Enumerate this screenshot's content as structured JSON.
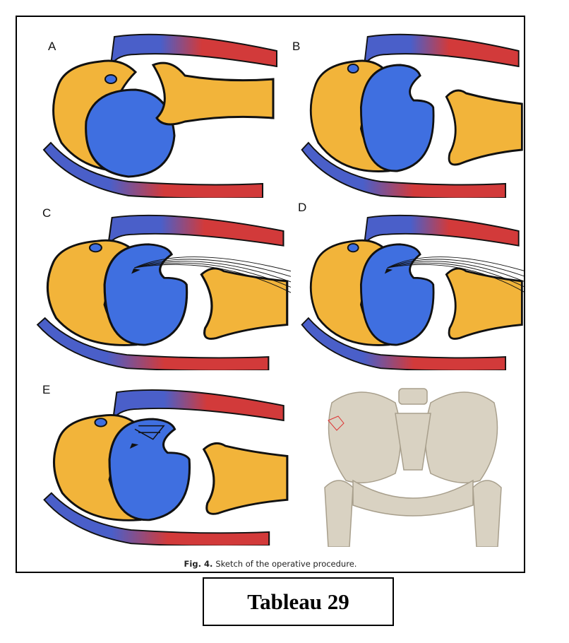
{
  "figure": {
    "panels": [
      {
        "label": "A"
      },
      {
        "label": "B"
      },
      {
        "label": "C"
      },
      {
        "label": "D"
      },
      {
        "label": "E"
      }
    ],
    "caption_prefix": "Fig. 4.",
    "caption_text": "Sketch of the operative procedure."
  },
  "tableau_label": "Tableau 29",
  "colors": {
    "bone": "#f2b43a",
    "head": "#3f6fe0",
    "muscle_red": "#d23a3a",
    "muscle_blue": "#4a5fc9",
    "pelvis": "#d9d2c2"
  }
}
